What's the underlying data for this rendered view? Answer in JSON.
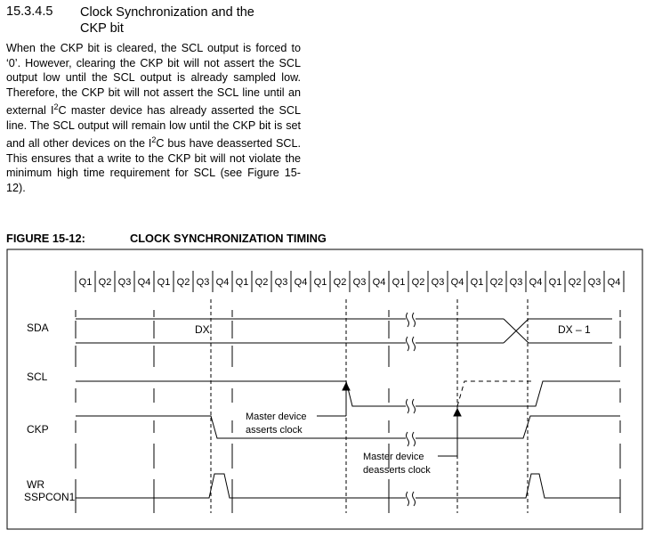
{
  "section": {
    "number": "15.3.4.5",
    "title": "Clock Synchronization and the CKP bit",
    "body_parts": [
      "When the CKP bit is cleared, the SCL output is forced to ‘0’. However, clearing the CKP bit will not assert the SCL output low until the SCL output is already sampled low. Therefore, the CKP bit will not assert the SCL line until an external I",
      "2",
      "C master device has already asserted the SCL line. The SCL output will remain low until the CKP bit is set and all other devices on the I",
      "2",
      "C bus have deasserted SCL. This ensures that a write to the CKP bit will not violate the minimum high time requirement for SCL (see Figure 15-12)."
    ]
  },
  "figure": {
    "label": "FIGURE 15-12:",
    "title": "CLOCK SYNCHRONIZATION TIMING",
    "q_labels": [
      "Q1",
      "Q2",
      "Q3",
      "Q4",
      "Q1",
      "Q2",
      "Q3",
      "Q4",
      "Q1",
      "Q2",
      "Q3",
      "Q4",
      "Q1",
      "Q2",
      "Q3",
      "Q4",
      "Q1",
      "Q2",
      "Q3",
      "Q4",
      "Q1",
      "Q2",
      "Q3",
      "Q4",
      "Q1",
      "Q2",
      "Q3",
      "Q4"
    ],
    "signals": {
      "sda": "SDA",
      "scl": "SCL",
      "ckp": "CKP",
      "wr_line1": "WR",
      "wr_line2": "SSPCON1"
    },
    "data_labels": {
      "dx": "DX",
      "dx_minus_1": "DX – 1"
    },
    "annotations": {
      "master_asserts_1": "Master device",
      "master_asserts_2": "asserts clock",
      "master_deasserts_1": "Master device",
      "master_deasserts_2": "deasserts clock"
    }
  }
}
